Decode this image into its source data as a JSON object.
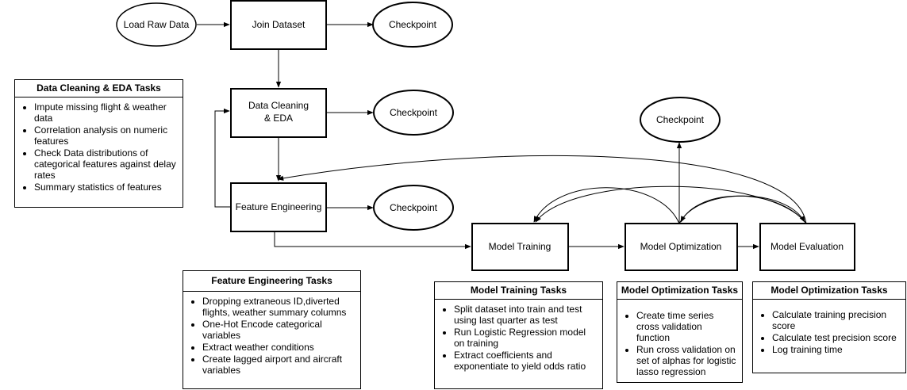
{
  "nodes": {
    "load_raw_data": "Load Raw Data",
    "join_dataset": "Join Dataset",
    "checkpoint": "Checkpoint",
    "data_cleaning_line1": "Data Cleaning",
    "data_cleaning_line2": "& EDA",
    "feature_engineering": "Feature Engineering",
    "model_training": "Model Training",
    "model_optimization": "Model Optimization",
    "model_evaluation": "Model Evaluation"
  },
  "panels": {
    "data_cleaning": {
      "title": "Data Cleaning & EDA Tasks",
      "items": [
        "Impute missing flight & weather data",
        "Correlation analysis on numeric features",
        "Check Data distributions of categorical features against delay rates",
        "Summary statistics of features"
      ]
    },
    "feature_engineering": {
      "title": "Feature Engineering Tasks",
      "items": [
        "Dropping extraneous ID,diverted flights, weather summary columns",
        "One-Hot Encode categorical variables",
        "Extract weather conditions",
        "Create lagged airport and aircraft variables"
      ]
    },
    "model_training": {
      "title": "Model Training Tasks",
      "items": [
        "Split dataset into train and test using last quarter as test",
        "Run Logistic Regression model on training",
        "Extract coefficients and exponentiate to yield odds ratio"
      ]
    },
    "model_optimization": {
      "title": "Model Optimization Tasks",
      "items": [
        "Create time series cross validation function",
        "Run cross validation on set of alphas for logistic lasso regression"
      ]
    },
    "model_evaluation": {
      "title": "Model Optimization Tasks",
      "items": [
        "Calculate training precision score",
        "Calculate test precision score",
        "Log training time"
      ]
    }
  }
}
